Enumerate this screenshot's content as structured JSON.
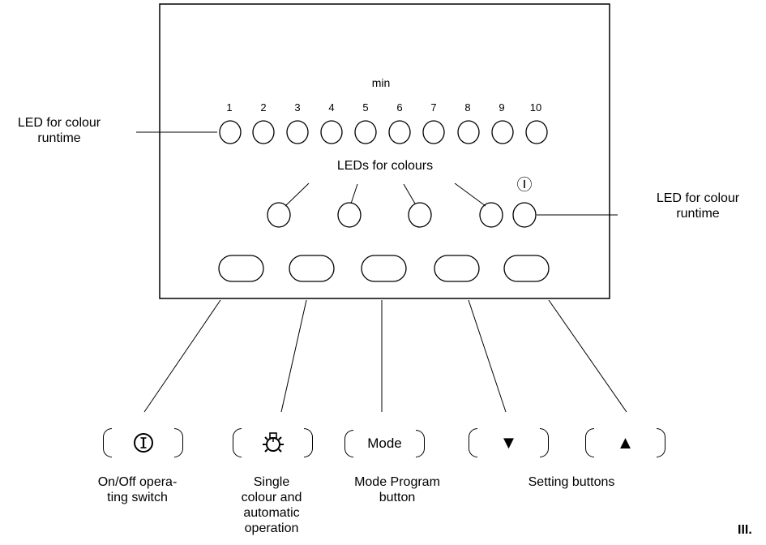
{
  "panel": {
    "unit_label": "min",
    "runtime_numbers": [
      "1",
      "2",
      "3",
      "4",
      "5",
      "6",
      "7",
      "8",
      "9",
      "10"
    ],
    "leds_for_colours_label": "LEDs for colours",
    "power_symbol": "Ⓘ"
  },
  "labels": {
    "left_led_line1": "LED for colour",
    "left_led_line2": "runtime",
    "right_led_line1": "LED for colour",
    "right_led_line2": "runtime",
    "onoff_line1": "On/Off opera-",
    "onoff_line2": "ting switch",
    "single_line1": "Single",
    "single_line2": "colour and",
    "single_line3": "automatic",
    "single_line4": "operation",
    "mode_line1": "Mode Program",
    "mode_line2": "button",
    "setting": "Setting buttons",
    "figure_ref": "III."
  },
  "buttons": {
    "onoff_icon": "power-icon",
    "single_icon": "bulb-icon",
    "mode_label": "Mode",
    "down_symbol": "▼",
    "up_symbol": "▲"
  }
}
